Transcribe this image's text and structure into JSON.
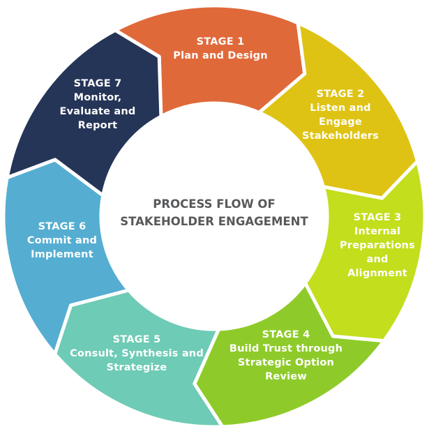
{
  "title": {
    "line1": "PROCESS FLOW OF",
    "line2": "STAKEHOLDER ENGAGEMENT",
    "color": "#58595b"
  },
  "stages": [
    {
      "number": "STAGE 1",
      "description": "Plan and Design",
      "color": "#e0693a"
    },
    {
      "number": "STAGE 2",
      "description": "Listen and Engage\nStakeholders",
      "color": "#dfc314"
    },
    {
      "number": "STAGE 3",
      "description": "Internal\nPreparations\nand Alignment",
      "color": "#c3de1c"
    },
    {
      "number": "STAGE 4",
      "description": "Build Trust through\nStrategic Option\nReview",
      "color": "#8ecb2a"
    },
    {
      "number": "STAGE 5",
      "description": "Consult, Synthesis and\nStrategize",
      "color": "#6ecbb5"
    },
    {
      "number": "STAGE 6",
      "description": "Commit and\nImplement",
      "color": "#55aed1"
    },
    {
      "number": "STAGE 7",
      "description": "Monitor,\nEvaluate and\nReport",
      "color": "#253557"
    }
  ]
}
